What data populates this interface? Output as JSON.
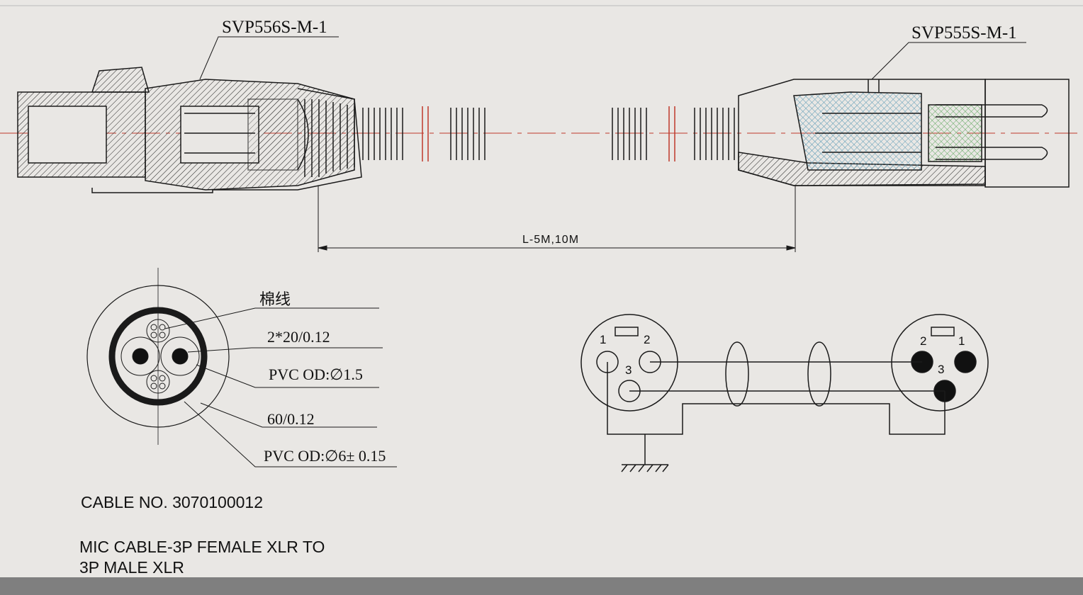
{
  "part_labels": {
    "female_connector": "SVP556S-M-1",
    "male_connector": "SVP555S-M-1"
  },
  "length_dimension": "L-5M,10M",
  "cross_section": {
    "callouts": [
      "棉线",
      "2*20/0.12",
      "PVC OD:∅1.5",
      "60/0.12",
      "PVC OD:∅6± 0.15"
    ]
  },
  "wiring": {
    "female_pins": [
      "1",
      "2",
      "3"
    ],
    "male_pins": [
      "2",
      "1",
      "3"
    ]
  },
  "cable_no": "CABLE NO. 3070100012",
  "description_line1": "MIC CABLE-3P FEMALE XLR TO",
  "description_line2": "3P MALE XLR",
  "colors": {
    "background": "#e9e7e4",
    "line": "#1a1a1a",
    "centerline": "#c0392b",
    "hatch_blue": "#7fb3c8",
    "hatch_green": "#7fbf7f"
  }
}
